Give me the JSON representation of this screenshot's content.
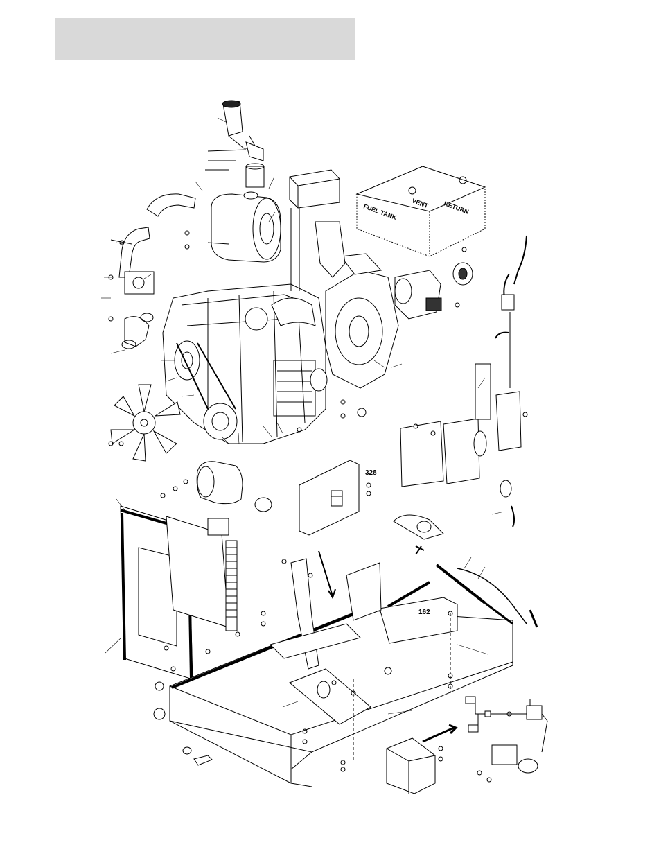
{
  "header": {
    "title": ""
  },
  "callouts": {
    "c328": "328",
    "c162": "162"
  },
  "fuel_tank": {
    "label_fuel_tank": "FUEL TANK",
    "label_vent": "VENT",
    "label_return": "RETURN"
  }
}
